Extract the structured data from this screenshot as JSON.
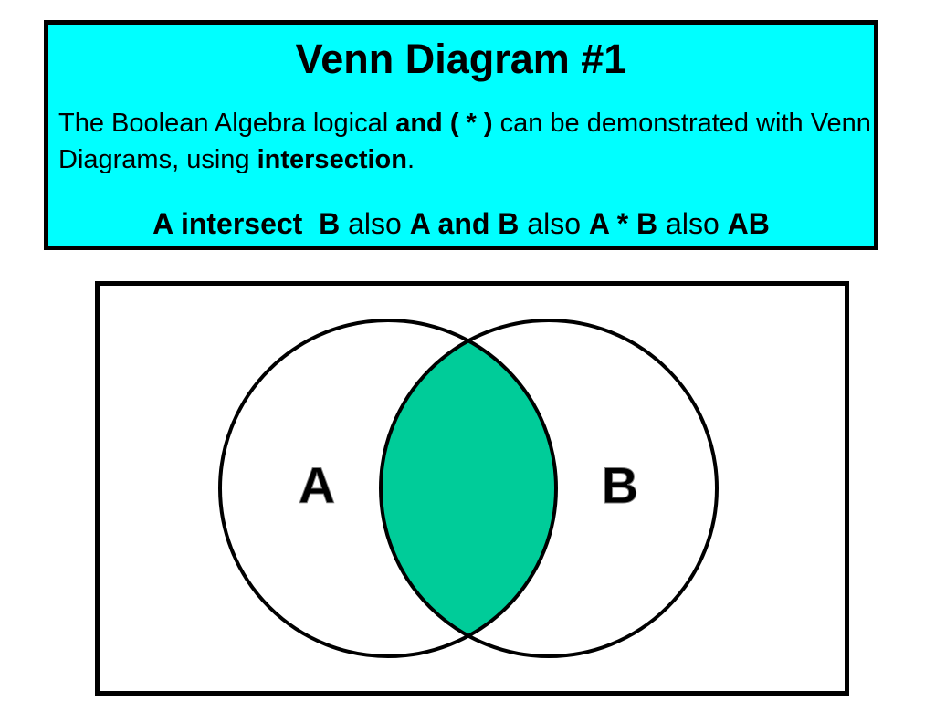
{
  "header": {
    "title": "Venn Diagram #1",
    "description": {
      "part1": "The Boolean Algebra logical ",
      "and_op": "and ( * )",
      "part2": " can be demonstrated with Venn Diagrams, using ",
      "intersection": "intersection",
      "part3": "."
    },
    "terms": {
      "t1": "A intersect  B",
      "sep1": " also ",
      "t2": "A and B",
      "sep2": " also ",
      "t3": "A * B",
      "sep3": " also ",
      "t4": "AB"
    }
  },
  "diagram": {
    "set_a_label": "A",
    "set_b_label": "B"
  },
  "colors": {
    "header_background": "#00ffff",
    "intersection_fill": "#00cc99",
    "outline": "#000000"
  }
}
